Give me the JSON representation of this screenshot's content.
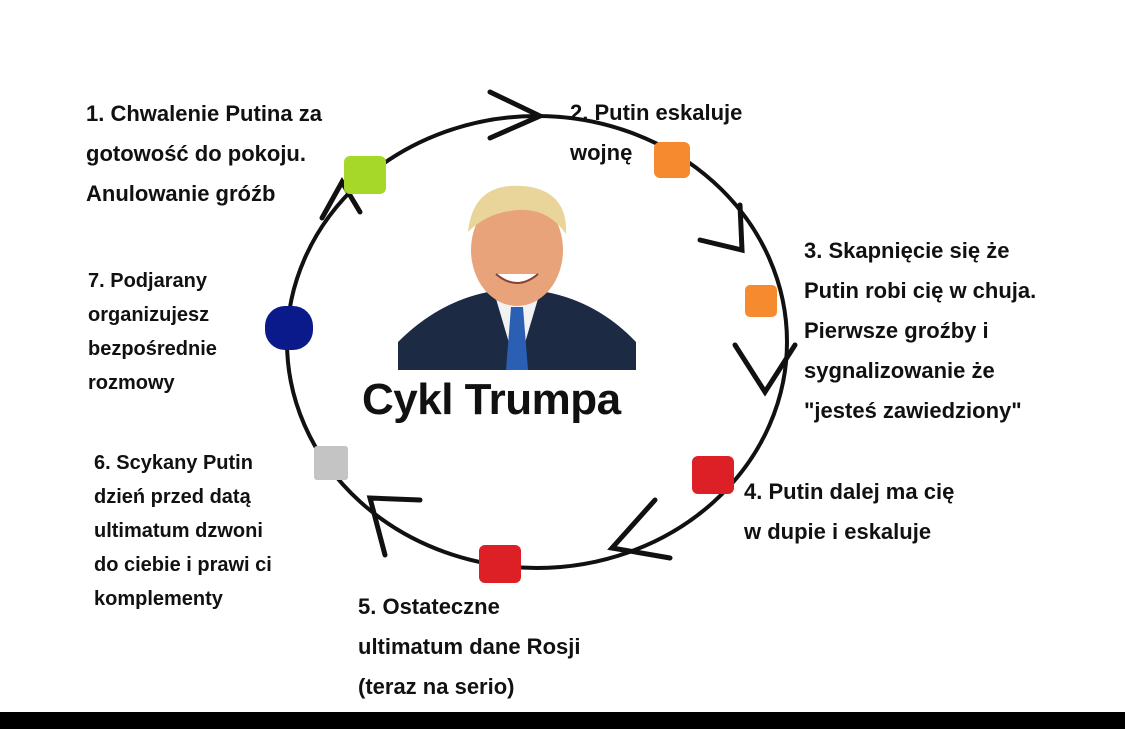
{
  "title": "Cykl Trumpa",
  "steps": [
    {
      "lines": [
        "1. Chwalenie Putina za",
        "gotowość do pokoju.",
        "Anulowanie gróźb"
      ],
      "color": "#a6d82a"
    },
    {
      "lines": [
        "2. Putin eskaluje",
        "wojnę"
      ],
      "color": "#f58a2e"
    },
    {
      "lines": [
        "3. Skapnięcie się że",
        "Putin robi cię w chuja.",
        "Pierwsze groźby i",
        "sygnalizowanie że",
        "\"jesteś zawiedziony\""
      ],
      "color": "#f58a2e"
    },
    {
      "lines": [
        "4. Putin dalej ma cię",
        "w dupie i eskaluje"
      ],
      "color": "#dd1f26"
    },
    {
      "lines": [
        "5. Ostateczne",
        "ultimatum dane Rosji",
        "(teraz na serio)"
      ],
      "color": "#dd1f26"
    },
    {
      "lines": [
        "6. Scykany Putin",
        "dzień przed datą",
        "ultimatum dzwoni",
        "do ciebie i prawi ci",
        "komplementy"
      ],
      "color": "#c4c4c4"
    },
    {
      "lines": [
        "7. Podjarany",
        "organizujesz",
        "bezpośrednie",
        "rozmowy"
      ],
      "color": "#0a1a8a"
    }
  ]
}
